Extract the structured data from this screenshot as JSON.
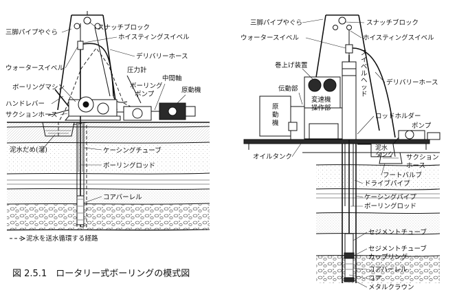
{
  "left_diagram": {
    "labels": {
      "tripod_derrick": "三脚パイプやぐら",
      "snatch_block": "スナッチブロック",
      "hoisting_swivel": "ホイスティングスイベル",
      "delivery_hose": "デリバリーホース",
      "water_swivel": "ウォータースイベル",
      "pressure_gauge": "圧力計",
      "boring_machine": "ボーリングマシン",
      "intermediate_shaft": "中間軸",
      "boring_pump": "ボーリング\nポンプ",
      "prime_mover": "原動機",
      "hand_lever": "ハンドレバー",
      "suction_hose": "サクションホース",
      "mud_pit": "泥水だめ(溜)",
      "casing_tube": "ケーシングチューブ",
      "boring_rod": "ボーリングロッド",
      "core_barrel": "コアバーレル",
      "mud_route": "泥水を送水循環する経路"
    }
  },
  "right_diagram": {
    "labels": {
      "tripod_derrick": "三脚パイプやぐら",
      "snatch_block": "スナッチブロック",
      "water_swivel": "ウォータースイベル",
      "hoisting_swivel": "ホイスティングスイベル",
      "winch": "巻上げ装置",
      "transmission": "伝動部",
      "gear_box": "変速機\n操作部",
      "swivel_head": "スイベルヘッド",
      "delivery_hose": "デリバリーホース",
      "prime_mover": "原\n動\n機",
      "rod_holder": "ロッドホルダー",
      "pump": "ポンプ",
      "mud_tank": "泥水\nタンク",
      "suction_hose": "サクション\nホース",
      "oil_tank": "オイルタンク",
      "foot_valve": "フートバルブ",
      "drive_pipe": "ドライブパイプ",
      "casing_pipe": "ケーシングパイプ",
      "boring_rod": "ボーリングロッド",
      "cement_tube": "セジメントチューブ",
      "cement_tube_coupling": "セジメントチューブ\nカップリング",
      "core_barrel": "コアバーレル",
      "core": "コア",
      "metal_crown": "メタルクラウン"
    }
  },
  "caption": "図 2.5.1　ロータリー式ボーリングの模式図"
}
